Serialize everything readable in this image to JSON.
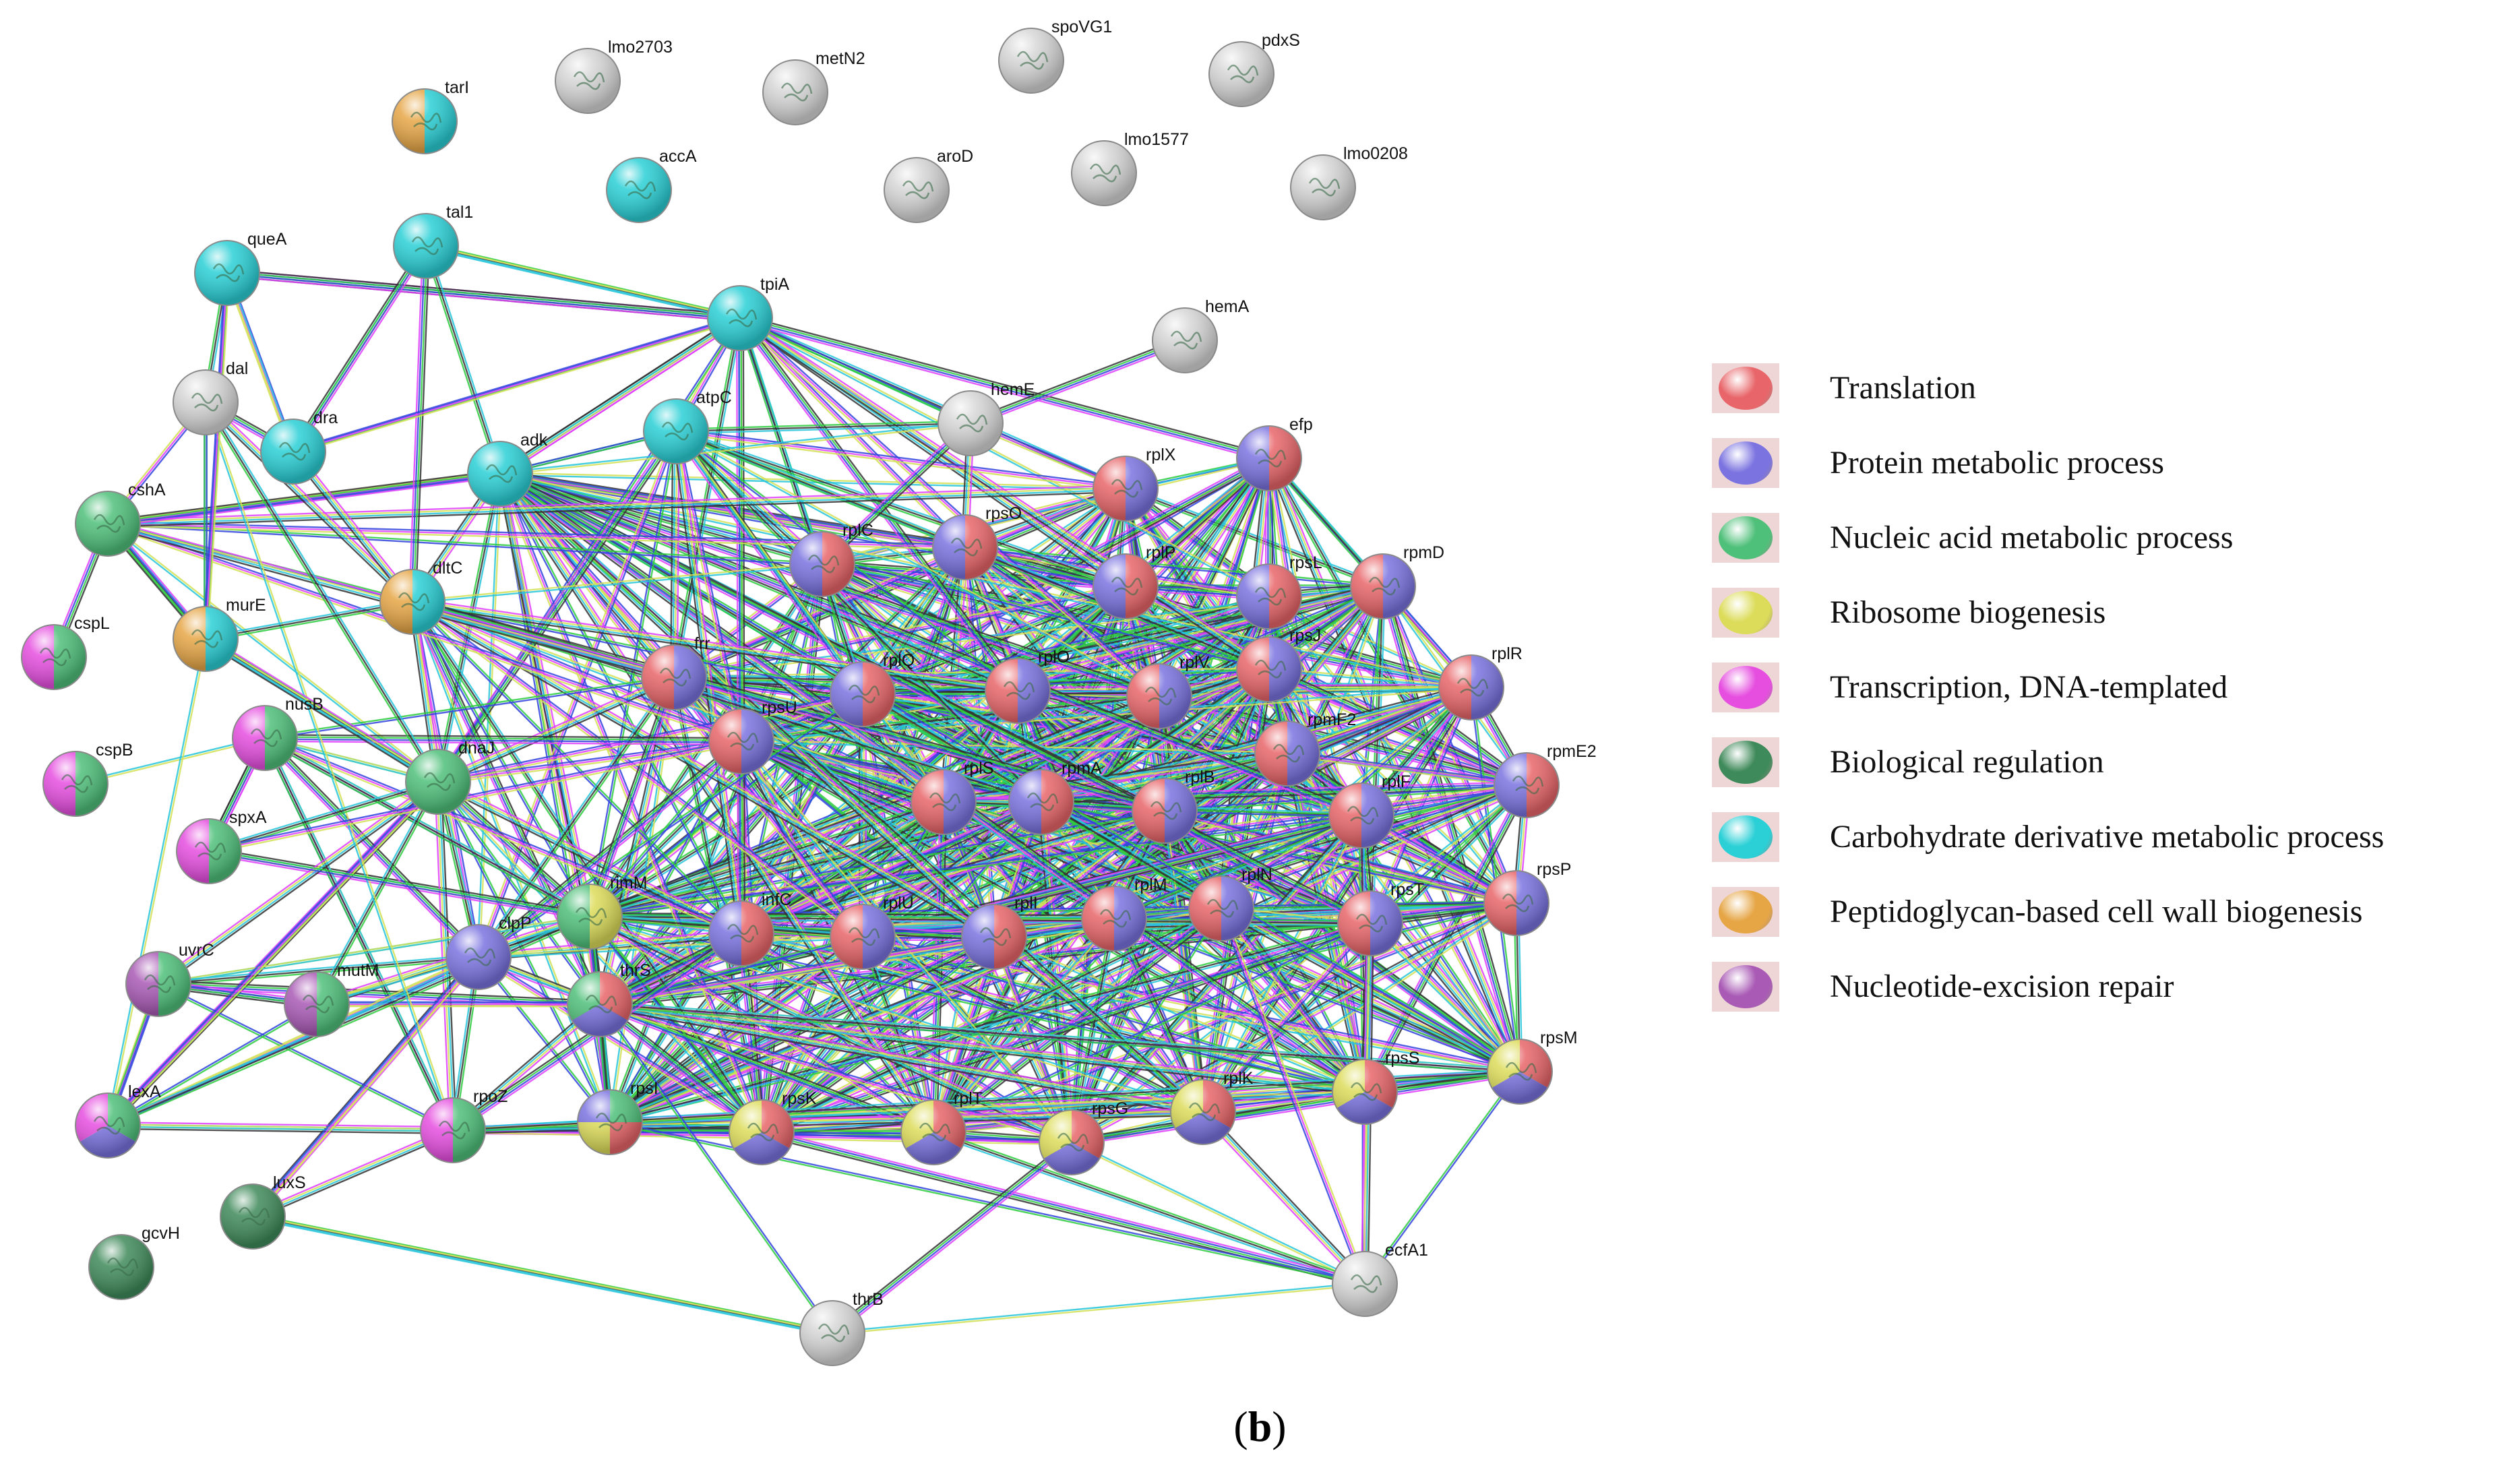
{
  "colors": {
    "translation": "#e8666a",
    "protein_metabolic": "#7b73e0",
    "nucleic_acid": "#4fc07a",
    "ribosome": "#dcdc5a",
    "transcription": "#e64ee0",
    "biological_regulation": "#3f8a5a",
    "carbohydrate": "#2ad0d6",
    "peptidoglycan": "#e6a646",
    "nucleotide_excision": "#a95ab5",
    "none": "#d6d6d6"
  },
  "legend": [
    {
      "label": "Translation",
      "color": "translation"
    },
    {
      "label": "Protein metabolic process",
      "color": "protein_metabolic"
    },
    {
      "label": "Nucleic acid metabolic process",
      "color": "nucleic_acid"
    },
    {
      "label": "Ribosome biogenesis",
      "color": "ribosome"
    },
    {
      "label": "Transcription, DNA-templated",
      "color": "transcription"
    },
    {
      "label": "Biological regulation",
      "color": "biological_regulation"
    },
    {
      "label": "Carbohydrate derivative metabolic process",
      "color": "carbohydrate"
    },
    {
      "label": "Peptidoglycan-based cell wall biogenesis",
      "color": "peptidoglycan"
    },
    {
      "label": "Nucleotide-excision repair",
      "color": "nucleotide_excision"
    }
  ],
  "edge_colors": [
    "#2ecc40",
    "#3344dd",
    "#e040fb",
    "#d4e157",
    "#26c6da",
    "#333333"
  ],
  "nodes": [
    {
      "id": "tarI",
      "label": "tarI",
      "colors": [
        "carbohydrate",
        "peptidoglycan"
      ]
    },
    {
      "id": "lmo2703",
      "label": "lmo2703",
      "colors": [
        "none"
      ]
    },
    {
      "id": "metN2",
      "label": "metN2",
      "colors": [
        "none"
      ]
    },
    {
      "id": "spoVG1",
      "label": "spoVG1",
      "colors": [
        "none"
      ]
    },
    {
      "id": "pdxS",
      "label": "pdxS",
      "colors": [
        "none"
      ]
    },
    {
      "id": "accA",
      "label": "accA",
      "colors": [
        "carbohydrate"
      ]
    },
    {
      "id": "aroD",
      "label": "aroD",
      "colors": [
        "none"
      ]
    },
    {
      "id": "lmo1577",
      "label": "lmo1577",
      "colors": [
        "none"
      ]
    },
    {
      "id": "lmo0208",
      "label": "lmo0208",
      "colors": [
        "none"
      ]
    },
    {
      "id": "queA",
      "label": "queA",
      "colors": [
        "carbohydrate"
      ]
    },
    {
      "id": "tal1",
      "label": "tal1",
      "colors": [
        "carbohydrate"
      ]
    },
    {
      "id": "tpiA",
      "label": "tpiA",
      "colors": [
        "carbohydrate"
      ]
    },
    {
      "id": "hemA",
      "label": "hemA",
      "colors": [
        "none"
      ]
    },
    {
      "id": "dal",
      "label": "dal",
      "colors": [
        "none"
      ]
    },
    {
      "id": "dra",
      "label": "dra",
      "colors": [
        "carbohydrate"
      ]
    },
    {
      "id": "atpC",
      "label": "atpC",
      "colors": [
        "carbohydrate"
      ]
    },
    {
      "id": "hemE",
      "label": "hemE",
      "colors": [
        "none"
      ]
    },
    {
      "id": "adk",
      "label": "adk",
      "colors": [
        "carbohydrate"
      ]
    },
    {
      "id": "rplX",
      "label": "rplX",
      "colors": [
        "protein_metabolic",
        "translation"
      ]
    },
    {
      "id": "efp",
      "label": "efp",
      "colors": [
        "translation",
        "protein_metabolic"
      ]
    },
    {
      "id": "cshA",
      "label": "cshA",
      "colors": [
        "nucleic_acid"
      ]
    },
    {
      "id": "rplC",
      "label": "rplC",
      "colors": [
        "translation",
        "protein_metabolic"
      ]
    },
    {
      "id": "rpsO",
      "label": "rpsO",
      "colors": [
        "translation",
        "protein_metabolic"
      ]
    },
    {
      "id": "rplP",
      "label": "rplP",
      "colors": [
        "translation",
        "protein_metabolic"
      ]
    },
    {
      "id": "rpsL",
      "label": "rpsL",
      "colors": [
        "translation",
        "protein_metabolic"
      ]
    },
    {
      "id": "rpmD",
      "label": "rpmD",
      "colors": [
        "protein_metabolic",
        "translation"
      ]
    },
    {
      "id": "dltC",
      "label": "dltC",
      "colors": [
        "carbohydrate",
        "peptidoglycan"
      ]
    },
    {
      "id": "cspL",
      "label": "cspL",
      "colors": [
        "nucleic_acid",
        "transcription"
      ]
    },
    {
      "id": "murE",
      "label": "murE",
      "colors": [
        "carbohydrate",
        "peptidoglycan"
      ]
    },
    {
      "id": "frr",
      "label": "frr",
      "colors": [
        "protein_metabolic",
        "translation"
      ]
    },
    {
      "id": "rplQ",
      "label": "rplQ",
      "colors": [
        "translation",
        "protein_metabolic"
      ]
    },
    {
      "id": "rplO",
      "label": "rplO",
      "colors": [
        "protein_metabolic",
        "translation"
      ]
    },
    {
      "id": "rplV",
      "label": "rplV",
      "colors": [
        "protein_metabolic",
        "translation"
      ]
    },
    {
      "id": "rpsJ",
      "label": "rpsJ",
      "colors": [
        "protein_metabolic",
        "translation"
      ]
    },
    {
      "id": "rplR",
      "label": "rplR",
      "colors": [
        "protein_metabolic",
        "translation"
      ]
    },
    {
      "id": "nusB",
      "label": "nusB",
      "colors": [
        "nucleic_acid",
        "transcription"
      ]
    },
    {
      "id": "rpsU",
      "label": "rpsU",
      "colors": [
        "protein_metabolic",
        "translation"
      ]
    },
    {
      "id": "rpmF2",
      "label": "rpmF2",
      "colors": [
        "protein_metabolic",
        "translation"
      ]
    },
    {
      "id": "rpmE2",
      "label": "rpmE2",
      "colors": [
        "translation",
        "protein_metabolic"
      ]
    },
    {
      "id": "cspB",
      "label": "cspB",
      "colors": [
        "nucleic_acid",
        "transcription"
      ]
    },
    {
      "id": "dnaJ",
      "label": "dnaJ",
      "colors": [
        "nucleic_acid"
      ]
    },
    {
      "id": "rplS",
      "label": "rplS",
      "colors": [
        "protein_metabolic",
        "translation"
      ]
    },
    {
      "id": "rpmA",
      "label": "rpmA",
      "colors": [
        "translation",
        "protein_metabolic"
      ]
    },
    {
      "id": "rplB",
      "label": "rplB",
      "colors": [
        "protein_metabolic",
        "translation"
      ]
    },
    {
      "id": "rplF",
      "label": "rplF",
      "colors": [
        "protein_metabolic",
        "translation"
      ]
    },
    {
      "id": "spxA",
      "label": "spxA",
      "colors": [
        "nucleic_acid",
        "transcription"
      ]
    },
    {
      "id": "rpsP",
      "label": "rpsP",
      "colors": [
        "protein_metabolic",
        "translation"
      ]
    },
    {
      "id": "rimM",
      "label": "rimM",
      "colors": [
        "ribosome",
        "nucleic_acid"
      ]
    },
    {
      "id": "infC",
      "label": "infC",
      "colors": [
        "translation",
        "protein_metabolic"
      ]
    },
    {
      "id": "rplU",
      "label": "rplU",
      "colors": [
        "protein_metabolic",
        "translation"
      ]
    },
    {
      "id": "rplI",
      "label": "rplI",
      "colors": [
        "translation",
        "protein_metabolic"
      ]
    },
    {
      "id": "rplM",
      "label": "rplM",
      "colors": [
        "protein_metabolic",
        "translation"
      ]
    },
    {
      "id": "rplN",
      "label": "rplN",
      "colors": [
        "protein_metabolic",
        "translation"
      ]
    },
    {
      "id": "rpsT",
      "label": "rpsT",
      "colors": [
        "protein_metabolic",
        "translation"
      ]
    },
    {
      "id": "clpP",
      "label": "clpP",
      "colors": [
        "protein_metabolic"
      ]
    },
    {
      "id": "uvrC",
      "label": "uvrC",
      "colors": [
        "nucleic_acid",
        "nucleotide_excision"
      ]
    },
    {
      "id": "mutM",
      "label": "mutM",
      "colors": [
        "nucleic_acid",
        "nucleotide_excision"
      ]
    },
    {
      "id": "thrS",
      "label": "thrS",
      "colors": [
        "translation",
        "protein_metabolic",
        "nucleic_acid"
      ]
    },
    {
      "id": "lexA",
      "label": "lexA",
      "colors": [
        "nucleic_acid",
        "protein_metabolic",
        "transcription"
      ]
    },
    {
      "id": "rpoZ",
      "label": "rpoZ",
      "colors": [
        "nucleic_acid",
        "transcription"
      ]
    },
    {
      "id": "rpsI",
      "label": "rpsI",
      "colors": [
        "nucleic_acid",
        "translation",
        "ribosome",
        "protein_metabolic"
      ]
    },
    {
      "id": "rpsK",
      "label": "rpsK",
      "colors": [
        "translation",
        "protein_metabolic",
        "ribosome"
      ]
    },
    {
      "id": "rplT",
      "label": "rplT",
      "colors": [
        "translation",
        "protein_metabolic",
        "ribosome"
      ]
    },
    {
      "id": "rpsG",
      "label": "rpsG",
      "colors": [
        "translation",
        "protein_metabolic",
        "ribosome"
      ]
    },
    {
      "id": "rplK",
      "label": "rplK",
      "colors": [
        "translation",
        "protein_metabolic",
        "ribosome"
      ]
    },
    {
      "id": "rpsS",
      "label": "rpsS",
      "colors": [
        "translation",
        "protein_metabolic",
        "ribosome"
      ]
    },
    {
      "id": "rpsM",
      "label": "rpsM",
      "colors": [
        "translation",
        "protein_metabolic",
        "ribosome"
      ]
    },
    {
      "id": "luxS",
      "label": "luxS",
      "colors": [
        "biological_regulation"
      ]
    },
    {
      "id": "gcvH",
      "label": "gcvH",
      "colors": [
        "biological_regulation"
      ]
    },
    {
      "id": "ecfA1",
      "label": "ecfA1",
      "colors": [
        "none"
      ]
    },
    {
      "id": "thrB",
      "label": "thrB",
      "colors": [
        "none"
      ]
    }
  ],
  "caption": {
    "open": "(",
    "letter": "b",
    "close": ")"
  }
}
